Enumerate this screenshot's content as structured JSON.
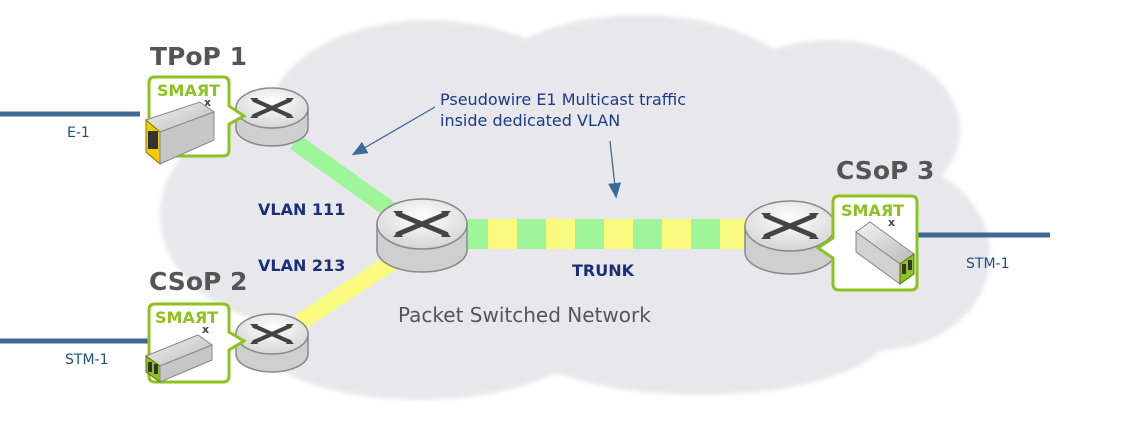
{
  "nodes": {
    "tpop1": {
      "title": "TPoP 1",
      "port_label": "E-1"
    },
    "csop2": {
      "title": "CSoP 2",
      "port_label": "STM-1"
    },
    "csop3": {
      "title": "CSoP 3",
      "port_label": "STM-1"
    }
  },
  "links": {
    "vlan111": "VLAN 111",
    "vlan213": "VLAN 213",
    "trunk": "TRUNK"
  },
  "annotation": {
    "line1": "Pseudowire E1 Multicast traffic",
    "line2": "inside dedicated VLAN"
  },
  "cloud_label": "Packet Switched Network",
  "badge": {
    "text": "SMAЯT",
    "sub": "x"
  },
  "colors": {
    "vlan111": "#9ef59a",
    "vlan213": "#fafa7e",
    "trunk_a": "#9ef59a",
    "trunk_b": "#fafa7e",
    "badge_border": "#8dc21f",
    "port_line": "#3f6a94",
    "arrow": "#3f6a94"
  }
}
